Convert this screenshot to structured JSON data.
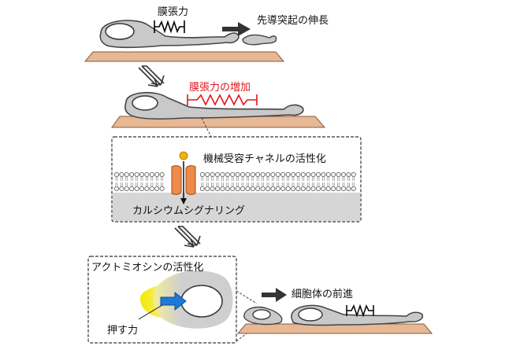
{
  "labels": {
    "membrane_tension": "膜張力",
    "neurite_extension": "先導突起の伸長",
    "tension_increase": "膜張力の増加",
    "mechanosensitive_channel": "機械受容チャネルの活性化",
    "calcium_signaling": "カルシウムシグナリング",
    "actomyosin_activation": "アクトミオシンの活性化",
    "pushing_force": "押す力",
    "cell_advance": "細胞体の前進"
  },
  "colors": {
    "substrate": "#e6b895",
    "cell_fill": "#c9c9c9",
    "cell_stroke": "#444444",
    "red_accent": "#e0161b",
    "channel": "#f08a4b",
    "ion": "#f2b400",
    "cytoplasm": "#d6d6d6",
    "push_arrow": "#1e78d6",
    "push_glow": "#f5e800"
  }
}
